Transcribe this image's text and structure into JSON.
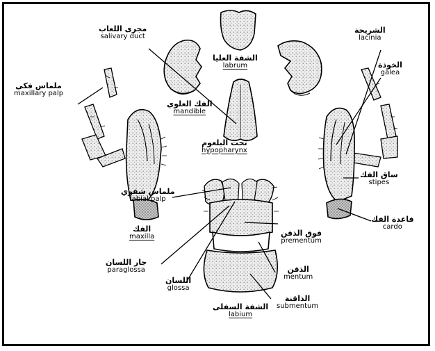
{
  "colors": {
    "ink": "#000000",
    "part_fill": "#e9e9e9",
    "part_shade": "#9a9a9a",
    "background": "#ffffff"
  },
  "labels": {
    "salivary_duct": {
      "ar": "مجرى اللعاب",
      "en": "salivary duct"
    },
    "labrum": {
      "ar": "الشفة العليا",
      "en": "labrum"
    },
    "lacinia": {
      "ar": "الشريحة",
      "en": "lacinia"
    },
    "galea": {
      "ar": "الخوذة",
      "en": "galea"
    },
    "maxillary_palp": {
      "ar": "ملماس فكي",
      "en": "maxillary palp"
    },
    "mandible": {
      "ar": "الفك العلوي",
      "en": "mandible"
    },
    "hypopharynx": {
      "ar": "تحت البلعوم",
      "en": "hypopharynx"
    },
    "stipes": {
      "ar": "ساق الفك",
      "en": "stipes"
    },
    "labial_palp": {
      "ar": "ملماس شفوي",
      "en": "labial palp"
    },
    "cardo": {
      "ar": "قاعدة الفك",
      "en": "cardo"
    },
    "maxilla": {
      "ar": "الفك",
      "en": "maxilla"
    },
    "prementum": {
      "ar": "فوق الذقن",
      "en": "prementum"
    },
    "paraglossa": {
      "ar": "جار اللسان",
      "en": "paraglossa"
    },
    "mentum": {
      "ar": "الذقن",
      "en": "mentum"
    },
    "glossa": {
      "ar": "اللسان",
      "en": "glossa"
    },
    "submentum": {
      "ar": "الذاقنة",
      "en": "submentum"
    },
    "labium": {
      "ar": "الشفة السفلى",
      "en": "labium"
    }
  }
}
